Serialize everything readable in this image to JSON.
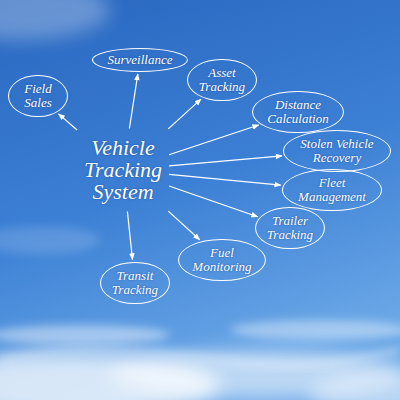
{
  "diagram": {
    "nodes": [
      {
        "text": [
          "Vehicle Tracking System"
        ]
      },
      {
        "text": [
          "Field Sales"
        ]
      },
      {
        "text": [
          "Surveillance"
        ]
      },
      {
        "text": [
          "Asset Tracking"
        ]
      },
      {
        "text": [
          "Distance Calculation"
        ]
      },
      {
        "text": [
          "Stolen Vehicle Recovery"
        ]
      },
      {
        "text": [
          "Fleet Management"
        ]
      },
      {
        "text": [
          "Trailer Tracking"
        ]
      },
      {
        "text": [
          "Fuel Monitoring"
        ]
      },
      {
        "text": [
          "Transit Tracking"
        ]
      }
    ],
    "edges": [
      {
        "from": 0,
        "to": 1,
        "arrow": "to"
      },
      {
        "from": 0,
        "to": 2,
        "arrow": "to"
      },
      {
        "from": 0,
        "to": 3,
        "arrow": "to"
      },
      {
        "from": 0,
        "to": 4,
        "arrow": "to"
      },
      {
        "from": 0,
        "to": 5,
        "arrow": "to"
      },
      {
        "from": 0,
        "to": 6,
        "arrow": "to"
      },
      {
        "from": 0,
        "to": 7,
        "arrow": "to"
      },
      {
        "from": 0,
        "to": 8,
        "arrow": "to"
      },
      {
        "from": 0,
        "to": 9,
        "arrow": "to"
      }
    ]
  }
}
